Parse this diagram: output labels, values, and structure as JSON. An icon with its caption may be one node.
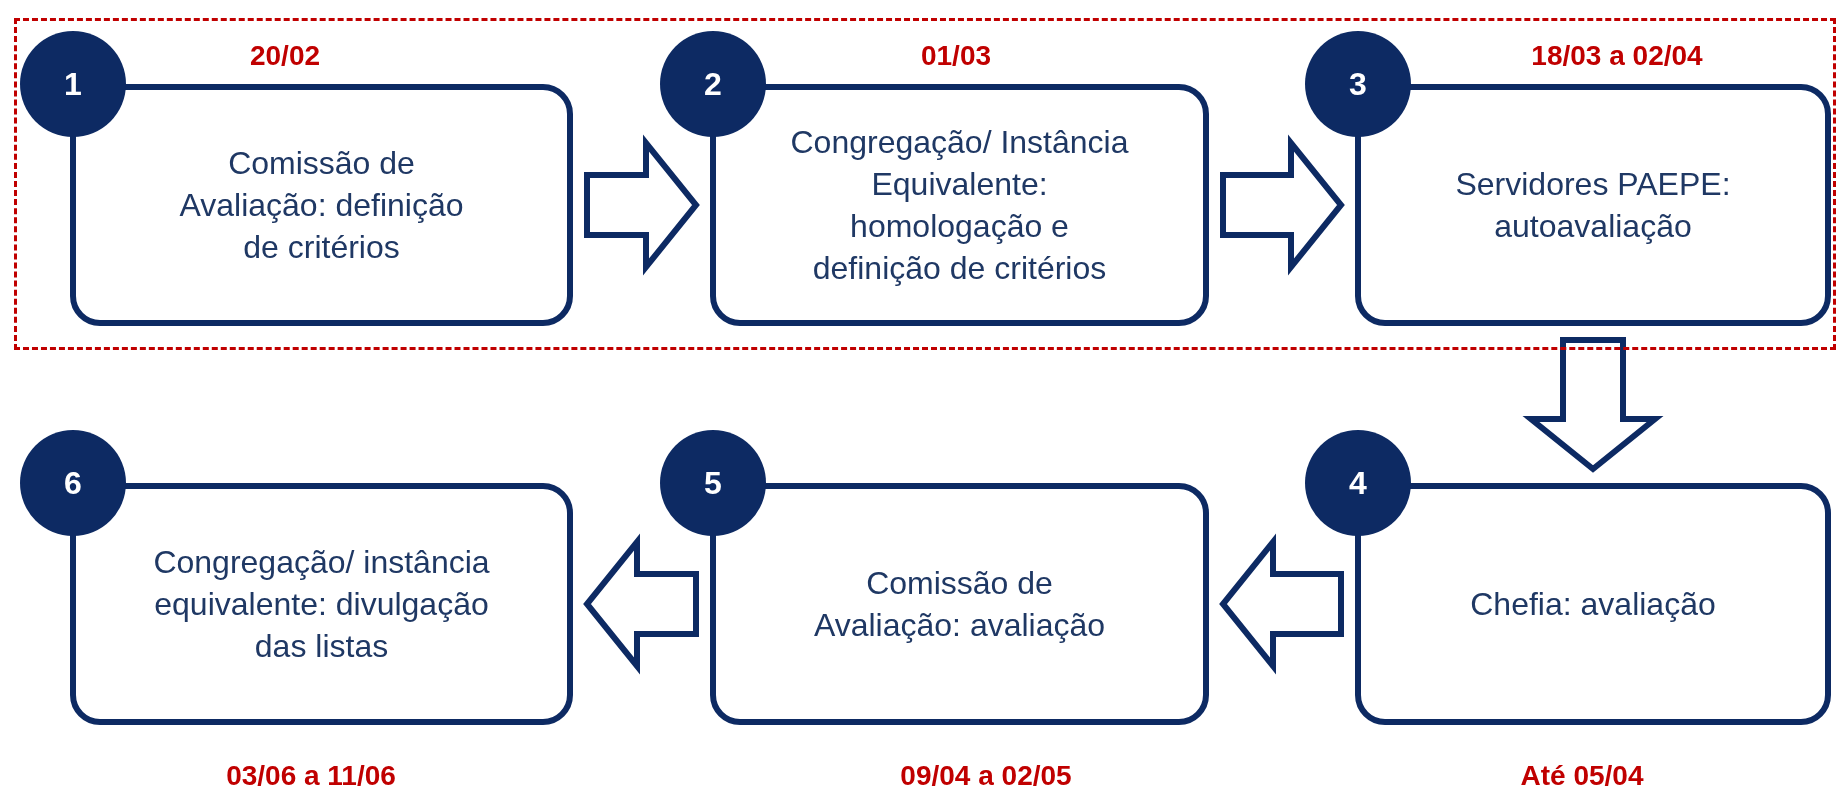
{
  "diagram": {
    "nodes": [
      {
        "text": [],
        "shape": "box"
      },
      {
        "text": [
          "1",
          "Comissão de Avaliação: definição de critérios"
        ],
        "beside": [
          "20/02"
        ],
        "in": 0
      },
      {
        "text": [
          "2",
          "Congregação/ Instância Equivalente: homologação e definição de critérios"
        ],
        "beside": [
          "01/03"
        ],
        "in": 0
      },
      {
        "text": [
          "3",
          "Servidores PAEPE: autoavaliação"
        ],
        "beside": [
          "18/03 a 02/04"
        ],
        "in": 0
      },
      {
        "text": [
          "4",
          "Chefia: avaliação"
        ],
        "beside": [
          "Até 05/04"
        ]
      },
      {
        "text": [
          "5",
          "Comissão de Avaliação: avaliação"
        ],
        "beside": [
          "09/04 a 02/05"
        ]
      },
      {
        "text": [
          "6",
          "Congregação/ instância equivalente: divulgação das listas"
        ],
        "beside": [
          "03/06 a 11/06"
        ]
      }
    ],
    "edges": [
      {
        "from": 1,
        "to": 2,
        "arrow": "to"
      },
      {
        "from": 2,
        "to": 3,
        "arrow": "to"
      },
      {
        "from": 3,
        "to": 4,
        "arrow": "to"
      },
      {
        "from": 4,
        "to": 5,
        "arrow": "to"
      },
      {
        "from": 5,
        "to": 6,
        "arrow": "to"
      }
    ]
  }
}
